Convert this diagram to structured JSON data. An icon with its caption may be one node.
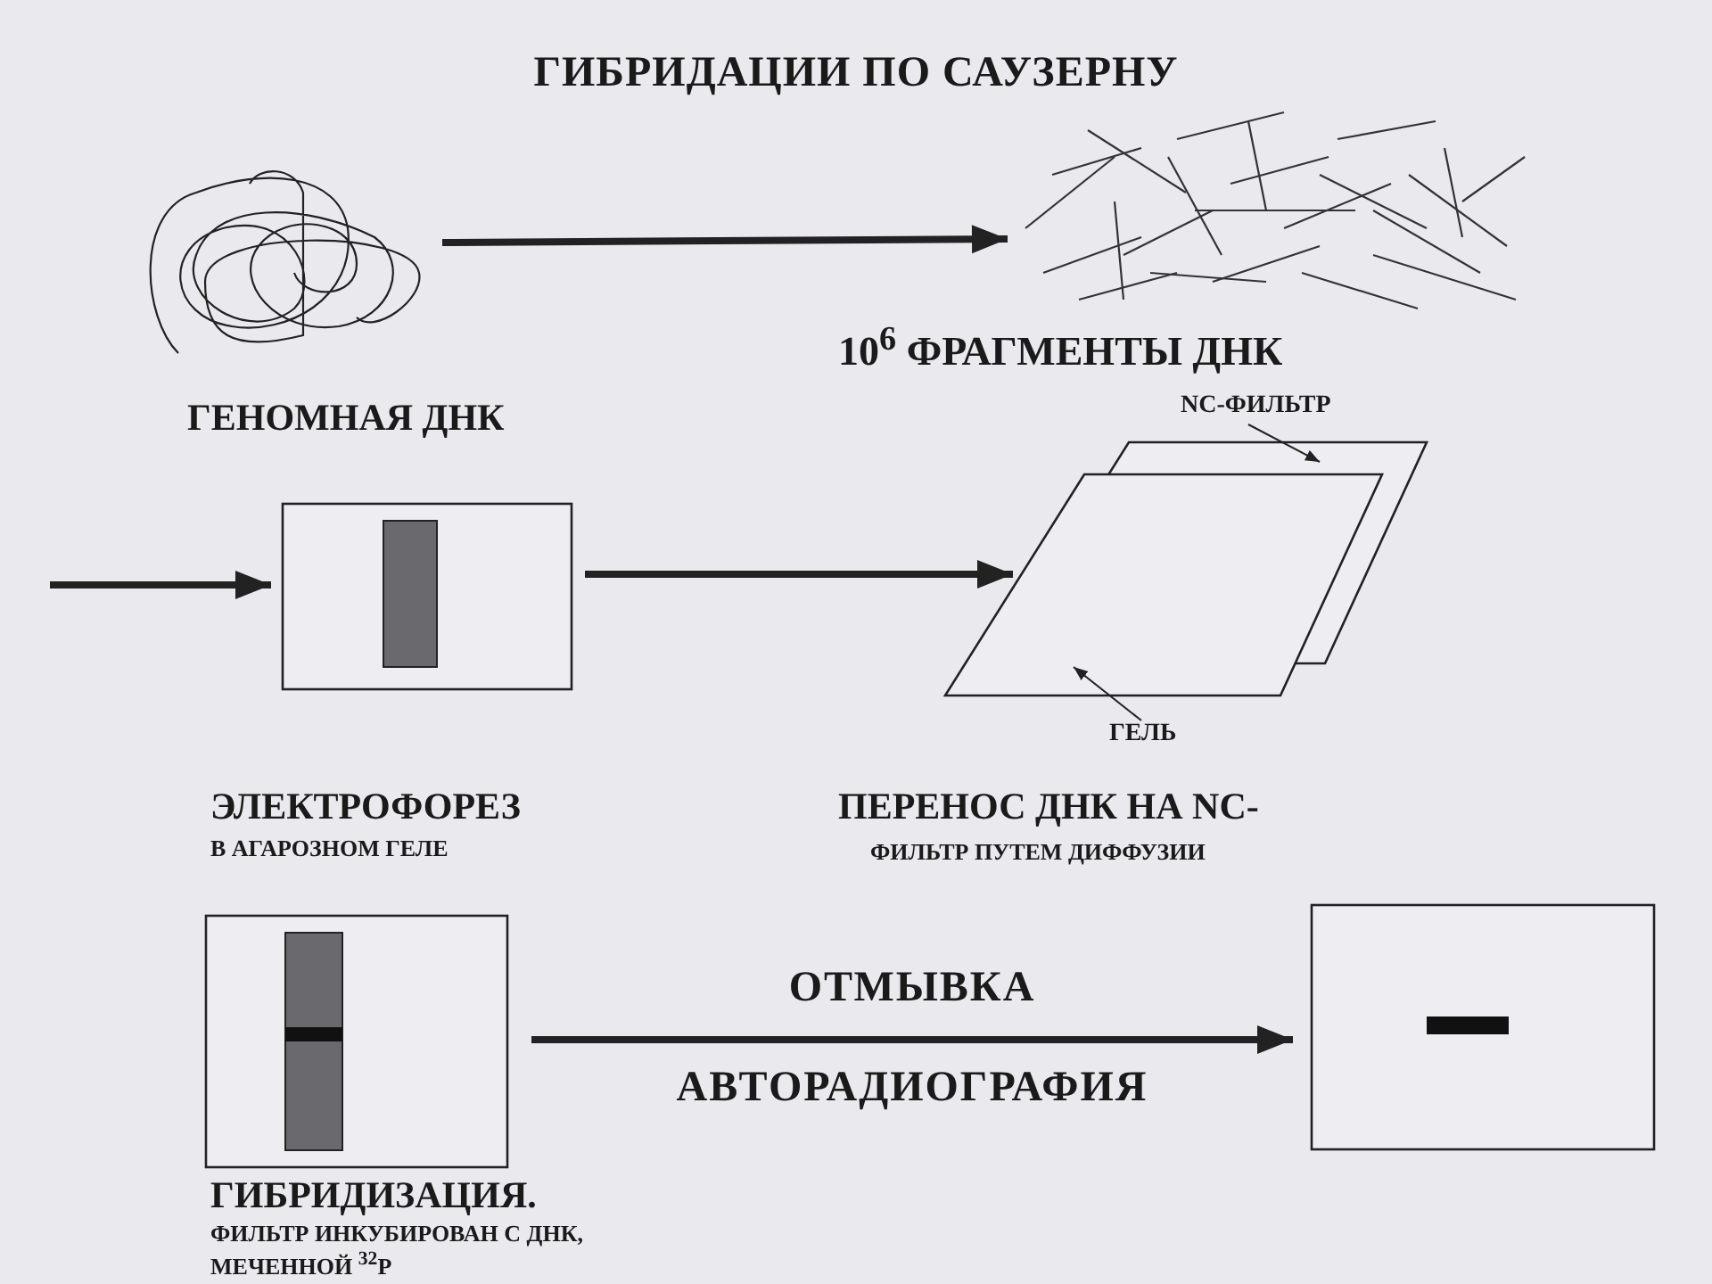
{
  "diagram": {
    "title": "ГИБРИДАЦИИ ПО САУЗЕРНУ",
    "nodes": [
      {
        "text": [],
        "shape": "picture",
        "beside": [
          "ГЕНОМНАЯ ДНК"
        ]
      },
      {
        "text": [],
        "shape": "picture",
        "beside": [
          "10$^{6}$ ФРАГМЕНТЫ ДНК"
        ]
      },
      {
        "text": [
          "NC-ФИЛЬТР"
        ]
      },
      {
        "text": [],
        "shape": "parallelogram"
      },
      {
        "text": [],
        "shape": "box",
        "beside": [
          "ЭЛЕКТРОФОРЕЗ",
          "В АГАРОЗНОМ ГЕЛЕ"
        ]
      },
      {
        "text": [],
        "shape": "parallelogram",
        "beside": [
          "ПЕРЕНОС ДНК НА NC-",
          "ФИЛЬТР ПУТЕМ ДИФФУЗИИ"
        ]
      },
      {
        "text": [
          "ГЕЛЬ"
        ]
      },
      {
        "text": [],
        "shape": "box",
        "beside": [
          "ГИБРИДИЗАЦИЯ.",
          "ФИЛЬТР ИНКУБИРОВАН С ДНК, МЕЧЕННОЙ $^{32}$P"
        ]
      },
      {
        "text": [],
        "shape": "box"
      }
    ],
    "edges": [
      {
        "from": 0,
        "to": 1,
        "arrow": "to"
      },
      {
        "from": 2,
        "to": 3,
        "arrow": "to"
      },
      {
        "from": null,
        "to": 4,
        "arrow": "to"
      },
      {
        "from": 4,
        "to": 5,
        "arrow": "to"
      },
      {
        "from": 6,
        "to": 5,
        "arrow": "to"
      },
      {
        "from": 7,
        "to": 8,
        "label": "ОТМЫВКА",
        "arrow": "to"
      }
    ],
    "labels": [
      "АВТОРАДИОГРАФИЯ"
    ]
  }
}
